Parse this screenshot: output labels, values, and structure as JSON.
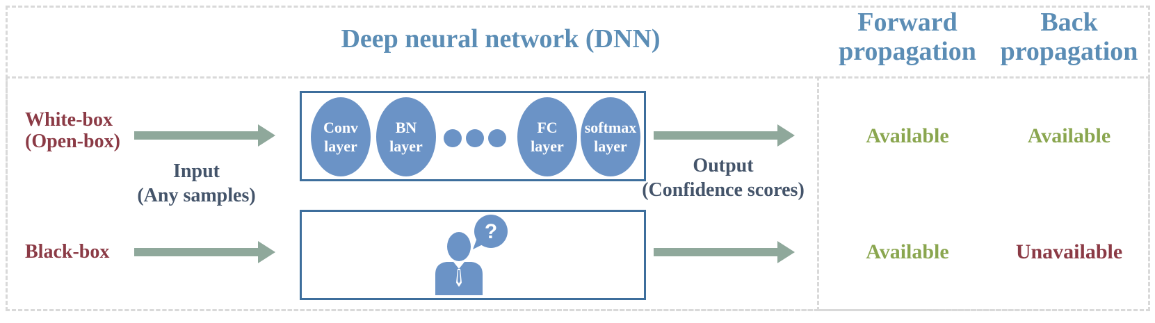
{
  "header": {
    "dnn_title": "Deep neural network (DNN)",
    "forward_title_line1": "Forward",
    "forward_title_line2": "propagation",
    "back_title_line1": "Back",
    "back_title_line2": "propagation"
  },
  "rows": {
    "white_box_line1": "White-box",
    "white_box_line2": "(Open-box)",
    "black_box": "Black-box"
  },
  "input": {
    "line1": "Input",
    "line2": "(Any samples)"
  },
  "output": {
    "line1": "Output",
    "line2": "(Confidence scores)"
  },
  "layers": [
    {
      "line1": "Conv",
      "line2": "layer"
    },
    {
      "line1": "BN",
      "line2": "layer"
    },
    {
      "line1": "FC",
      "line2": "layer"
    },
    {
      "line1": "softmax",
      "line2": "layer"
    }
  ],
  "availability": {
    "white_forward": "Available",
    "white_back": "Available",
    "black_forward": "Available",
    "black_back": "Unavailable"
  },
  "colors": {
    "title": "#5b8db5",
    "row_label": "#8b3a45",
    "available": "#8aa64f",
    "unavailable": "#8b3a45",
    "arrow": "#8fa89b",
    "layer_fill": "#6b93c6",
    "box_border": "#3d6e9c"
  },
  "icons": {
    "black_box_icon": "person-question-icon"
  }
}
